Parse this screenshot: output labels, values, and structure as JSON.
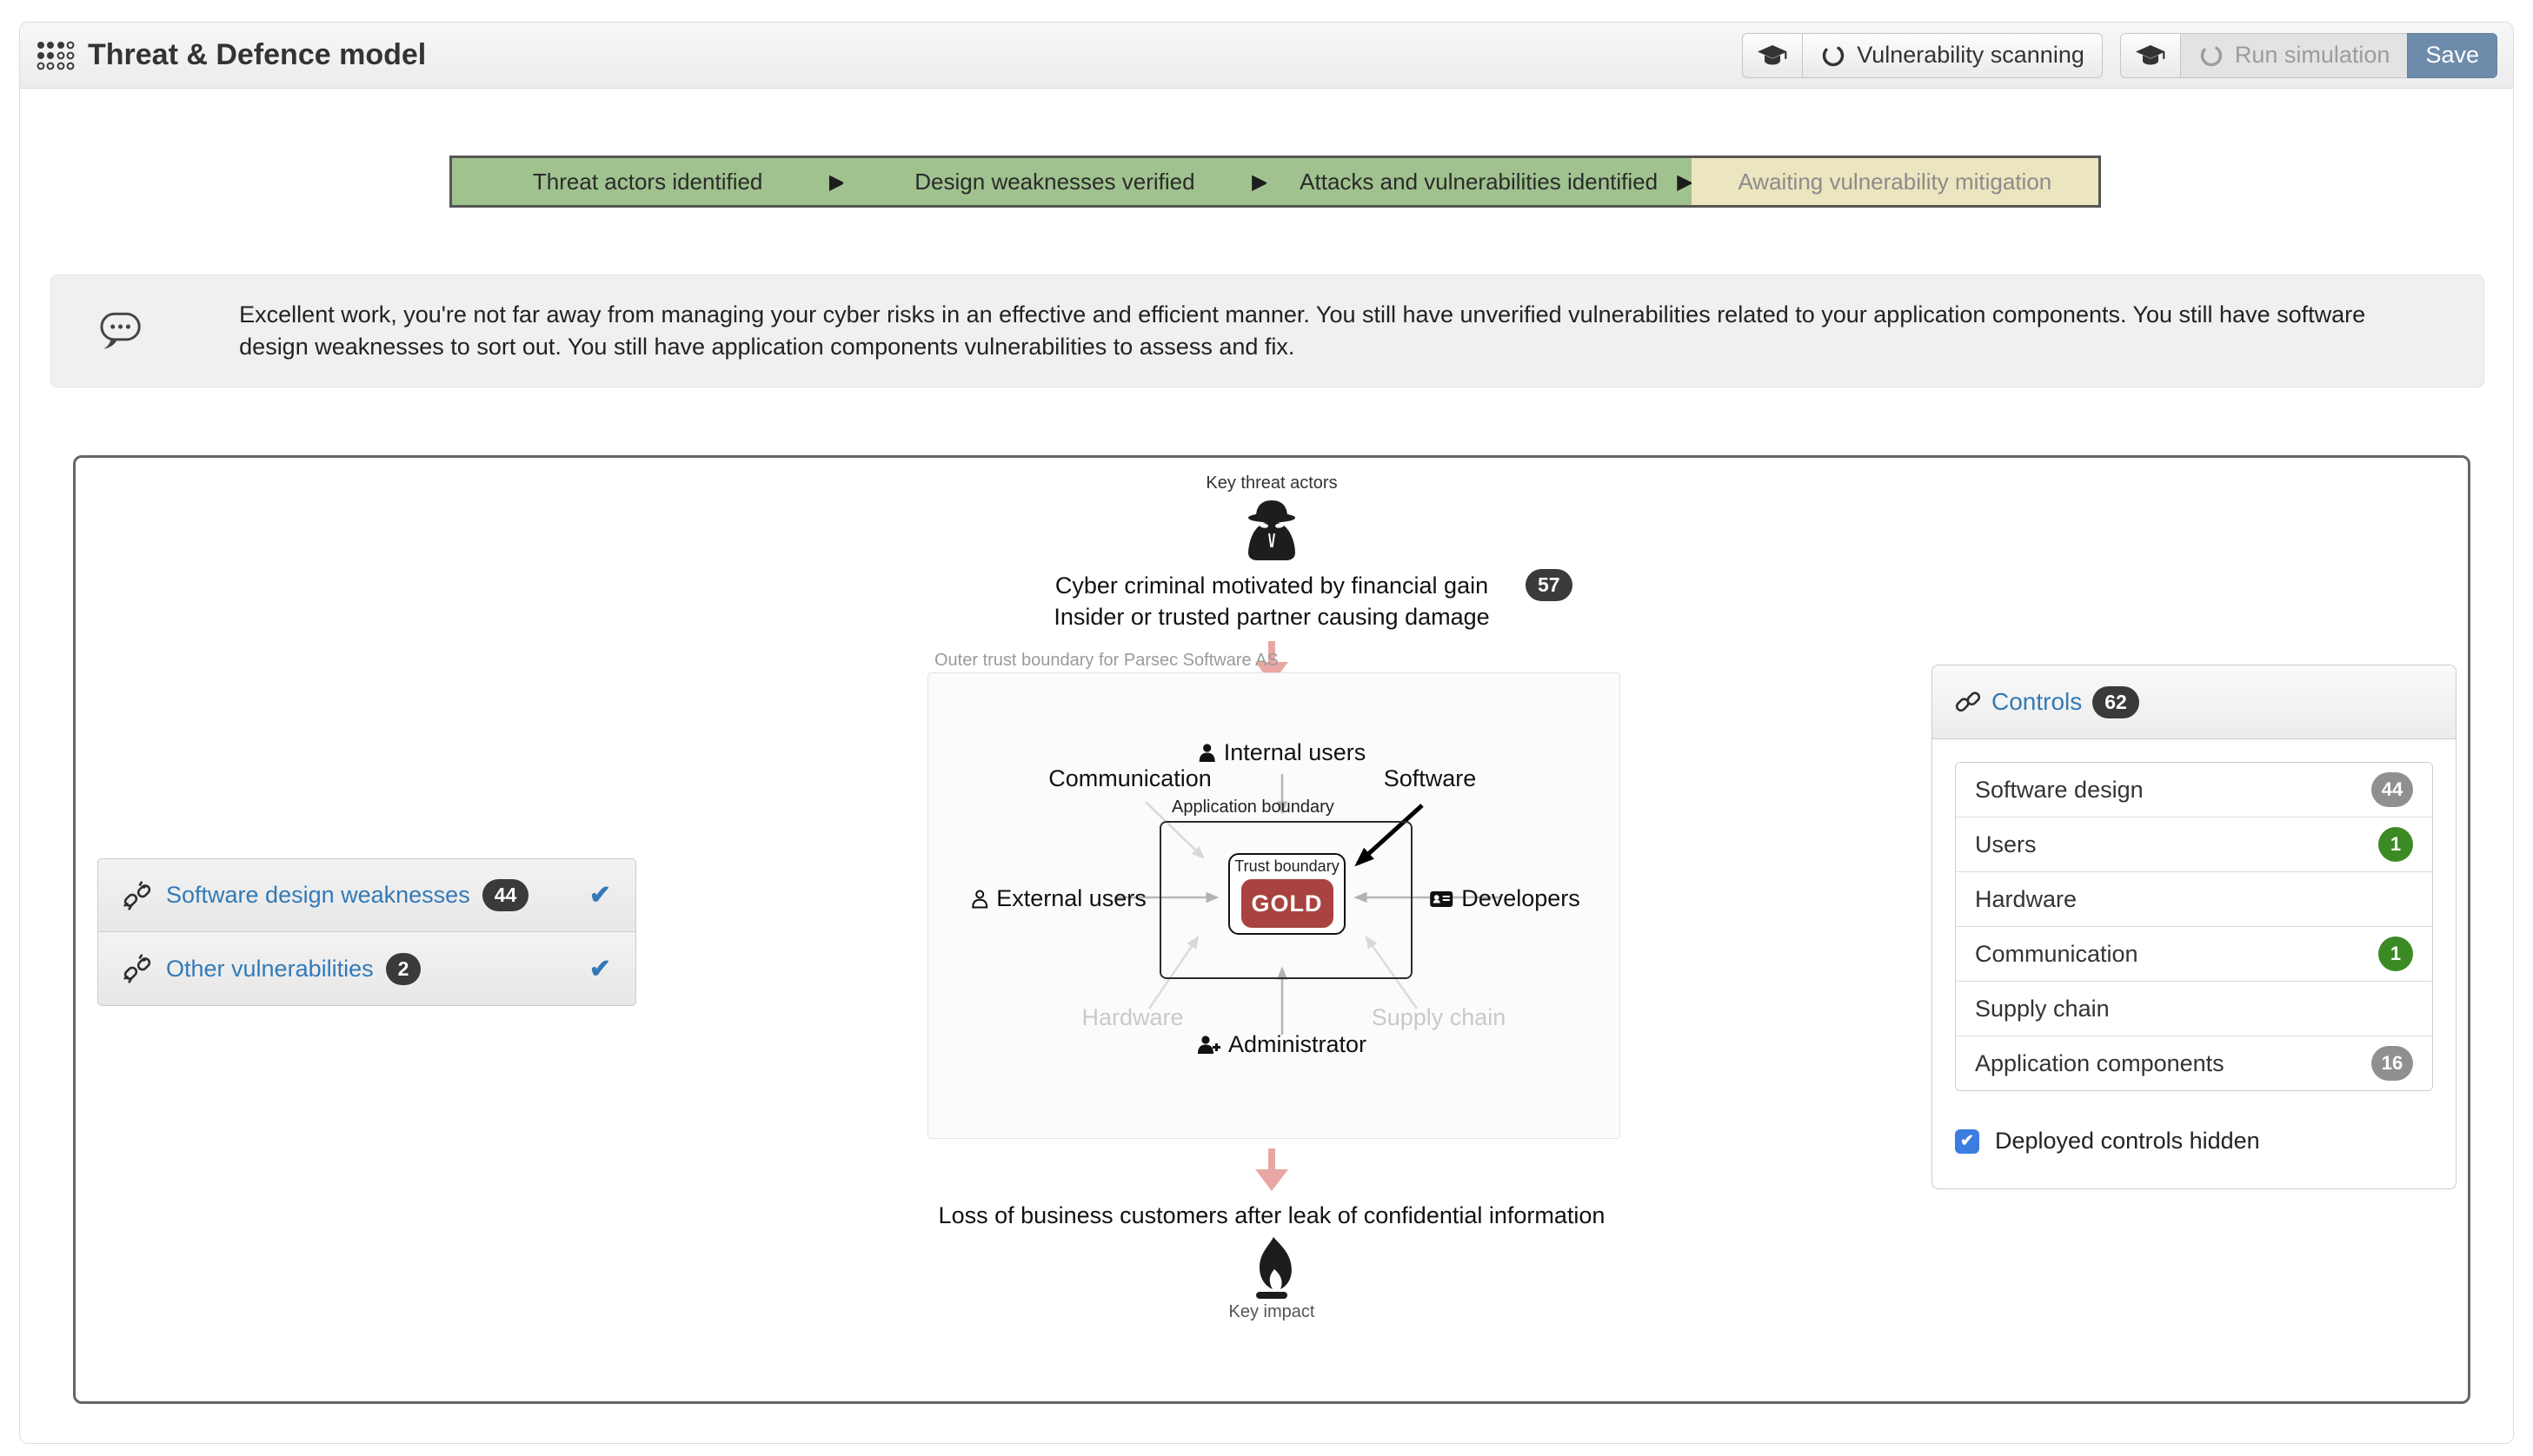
{
  "header": {
    "title": "Threat & Defence model",
    "buttons": {
      "vulnerability_scanning": "Vulnerability scanning",
      "run_simulation": "Run simulation",
      "save": "Save"
    }
  },
  "progress": {
    "stages": [
      {
        "label": "Threat actors identified",
        "status": "complete"
      },
      {
        "label": "Design weaknesses verified",
        "status": "complete"
      },
      {
        "label": "Attacks and vulnerabilities identified",
        "status": "complete"
      },
      {
        "label": "Awaiting vulnerability mitigation",
        "status": "pending"
      }
    ]
  },
  "advice": {
    "message": "Excellent work, you're not far away from managing your cyber risks in an effective and efficient manner. You still have unverified vulnerabilities related to your application components. You still have software design weaknesses to sort out. You still have application components vulnerabilities to assess and fix."
  },
  "model": {
    "threats": {
      "label": "Key threat actors",
      "count": "57",
      "actors": [
        "Cyber criminal motivated by financial gain",
        "Insider or trusted partner causing damage"
      ]
    },
    "boundaries": {
      "outer_label": "Outer trust boundary for Parsec Software AS",
      "application_label": "Application boundary",
      "trust_label": "Trust boundary",
      "asset": "GOLD"
    },
    "nodes": {
      "internal_users": "Internal users",
      "communication": "Communication",
      "software": "Software",
      "external_users": "External users",
      "developers": "Developers",
      "hardware": "Hardware",
      "supply_chain": "Supply chain",
      "administrator": "Administrator"
    },
    "impact": {
      "description": "Loss of business customers after leak of confidential information",
      "label": "Key impact"
    }
  },
  "vulnerabilities": {
    "items": [
      {
        "label": "Software design weaknesses",
        "count": "44",
        "verified": true
      },
      {
        "label": "Other vulnerabilities",
        "count": "2",
        "verified": true
      }
    ]
  },
  "controls": {
    "title": "Controls",
    "count": "62",
    "rows": [
      {
        "label": "Software design",
        "count": "44",
        "badge": "gray"
      },
      {
        "label": "Users",
        "count": "1",
        "badge": "green"
      },
      {
        "label": "Hardware",
        "count": "",
        "badge": ""
      },
      {
        "label": "Communication",
        "count": "1",
        "badge": "green"
      },
      {
        "label": "Supply chain",
        "count": "",
        "badge": ""
      },
      {
        "label": "Application components",
        "count": "16",
        "badge": "gray"
      }
    ],
    "deployed_hidden_label": "Deployed controls hidden",
    "deployed_hidden_checked": true
  },
  "colors": {
    "link_blue": "#337ab7",
    "save_button_blue": "#6d8cab",
    "progress_complete_green": "#a0c28f",
    "progress_pending_yellow": "#ebe6bf",
    "asset_red": "#a8433f",
    "badge_dark": "#3a3a3a",
    "badge_gray": "#909090",
    "badge_green": "#3c8a24",
    "checkbox_blue": "#3b7de0",
    "impact_arrow_pink": "#e9a7a3"
  }
}
